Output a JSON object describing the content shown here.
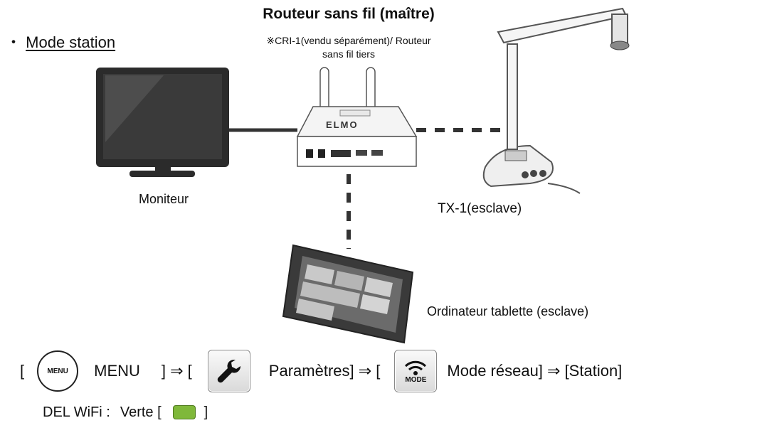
{
  "diagram": {
    "mode_bullet": "・",
    "mode_title": "Mode station",
    "router_title": "Routeur sans fil (maître)",
    "router_note_line1": "※CRI-1(vendu séparément)/ Routeur",
    "router_note_line2": "sans fil tiers",
    "router_logo": "ELMO",
    "monitor_label": "Moniteur",
    "tx1_label": "TX-1(esclave)",
    "tablet_label": "Ordinateur tablette (esclave)"
  },
  "menu_path": {
    "open1": "[",
    "menu_button_text": "MENU",
    "menu_label": "MENU",
    "close1": "] ⇒ [",
    "settings_label": "Paramètres] ⇒ [",
    "mode_button_text": "MODE",
    "mode_label": "Mode réseau] ⇒ [Station]"
  },
  "led": {
    "label": "DEL WiFi :",
    "state": "Verte [",
    "close": "]",
    "color": "#7fb83a"
  },
  "colors": {
    "line": "#333333",
    "device_dark": "#2b2b2b"
  }
}
